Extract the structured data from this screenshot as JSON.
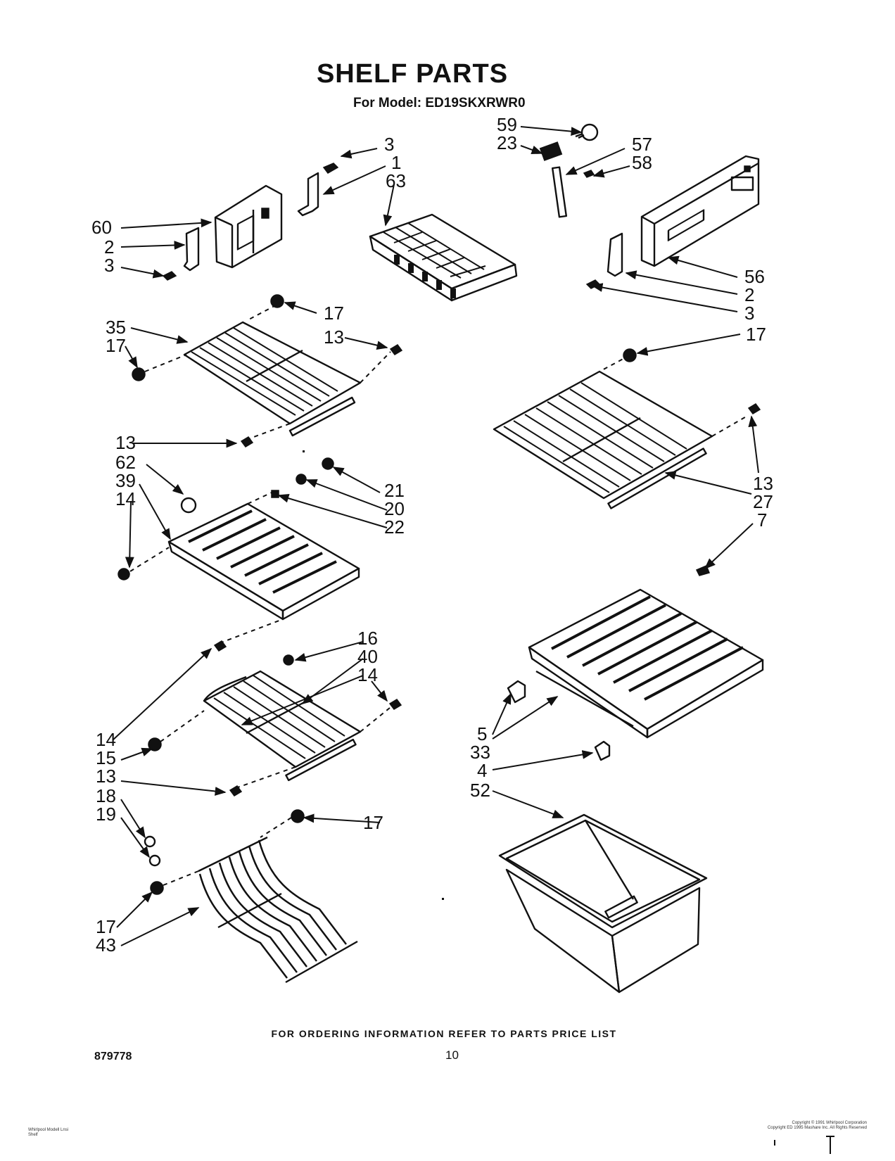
{
  "header": {
    "title": "SHELF PARTS",
    "model_line": "For Model: ED19SKXRWR0"
  },
  "callouts": [
    "3",
    "1",
    "63",
    "60",
    "2",
    "3",
    "59",
    "23",
    "57",
    "58",
    "56",
    "2",
    "3",
    "35",
    "17",
    "17",
    "13",
    "13",
    "17",
    "13",
    "27",
    "7",
    "62",
    "39",
    "14",
    "21",
    "20",
    "22",
    "16",
    "40",
    "14",
    "14",
    "15",
    "13",
    "5",
    "33",
    "4",
    "52",
    "18",
    "19",
    "17",
    "17",
    "43"
  ],
  "footer": {
    "ordering_info": "FOR ORDERING INFORMATION REFER TO PARTS PRICE LIST",
    "document_number": "879778",
    "page_number": "10",
    "tiny_left": [
      "Whirlpool Modell Lnsi",
      "Shelf"
    ],
    "tiny_right": [
      "Copyright © 1991 Whirlpool Corporation",
      "Copyright ED 1995 Mashare Inc. All Rights Reserved"
    ]
  }
}
